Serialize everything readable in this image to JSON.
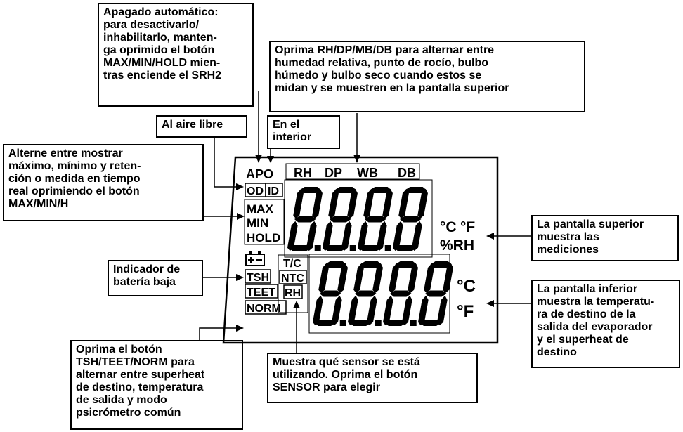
{
  "callouts": {
    "apo": "Apagado automático:\npara desactivarlo/\ninhabilitarlo, manten-\nga oprimido el botón\nMAX/MIN/HOLD mien-\ntras enciende el SRH2",
    "rh_select": "Oprima RH/DP/MB/DB para alternar entre\nhumedad relativa, punto de rocío, bulbo\nhúmedo y bulbo seco cuando estos se\nmidan y se muestren en la pantalla superior",
    "outdoor": "Al aire libre",
    "indoor": "En el\ninterior",
    "maxmin": "Alterne entre mostrar\nmáximo, mínimo y reten-\nción o medida en tiempo\nreal oprimiendo el botón\nMAX/MIN/H",
    "upper_display": "La pantalla superior\nmuestra las\nmediciones",
    "battery": "Indicador de\nbatería baja",
    "lower_display": "La pantalla inferior\nmuestra la temperatu-\nra de destino de la\nsalida del evaporador\ny el superheat de\ndestino",
    "tsh": "Oprima el botón\nTSH/TEET/NORM para\nalternar entre superheat\nde destino, temperatura\nde salida y modo\npsicrómetro común",
    "sensor": "Muestra qué sensor se está\nutilizando. Oprima el botón\nSENSOR para elegir"
  },
  "lcd": {
    "apo": "APO",
    "od": "OD",
    "id": "ID",
    "rh_top": "RH",
    "dp": "DP",
    "wb": "WB",
    "db": "DB",
    "max": "MAX",
    "min": "MIN",
    "hold": "HOLD",
    "tsh": "TSH",
    "teet": "TEET",
    "norm": "NORM",
    "tc": "T/C",
    "ntc": "NTC",
    "rh_sensor": "RH",
    "upper_unit_c": "°C",
    "upper_unit_f": "°F",
    "upper_unit_rh": "%RH",
    "lower_unit_c": "°C",
    "lower_unit_f": "°F",
    "upper_digits": "8.8.8.8",
    "lower_digits": "8.8.8.8"
  }
}
